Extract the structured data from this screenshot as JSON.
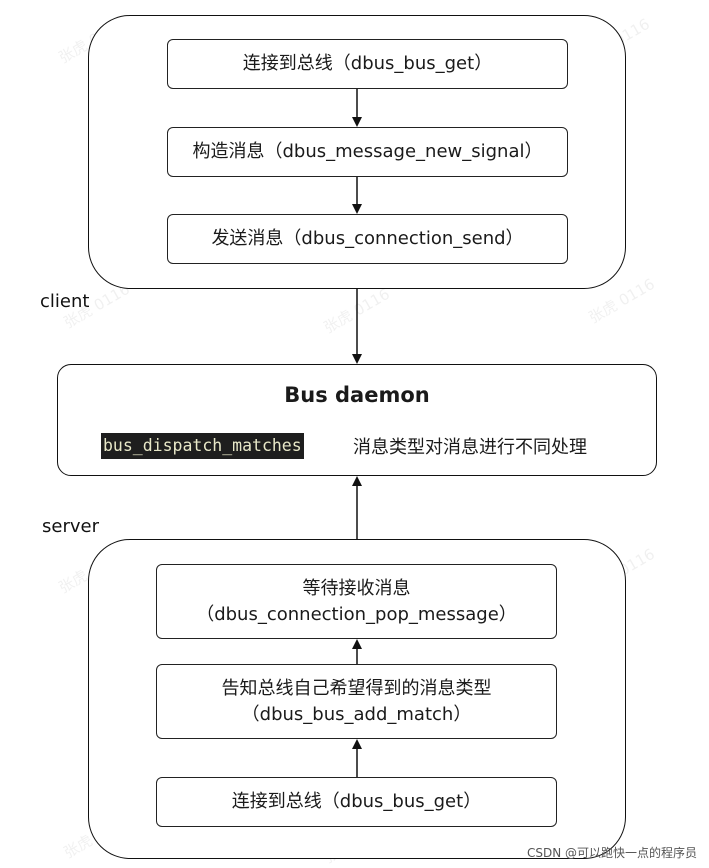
{
  "client_group": {
    "label": "client",
    "steps": [
      {
        "text": "连接到总线（dbus_bus_get）"
      },
      {
        "text": "构造消息（dbus_message_new_signal）"
      },
      {
        "text": "发送消息（dbus_connection_send）"
      }
    ]
  },
  "daemon": {
    "title": "Bus daemon",
    "code": "bus_dispatch_matches",
    "description": "消息类型对消息进行不同处理"
  },
  "server_group": {
    "label": "server",
    "steps": [
      {
        "line1": "等待接收消息",
        "line2": "（dbus_connection_pop_message）"
      },
      {
        "line1": "告知总线自己希望得到的消息类型",
        "line2": "（dbus_bus_add_match）"
      },
      {
        "line1": "连接到总线（dbus_bus_get）",
        "line2": ""
      }
    ]
  },
  "watermark": "张虎 0116",
  "footer": "CSDN @可以跑快一点的程序员"
}
